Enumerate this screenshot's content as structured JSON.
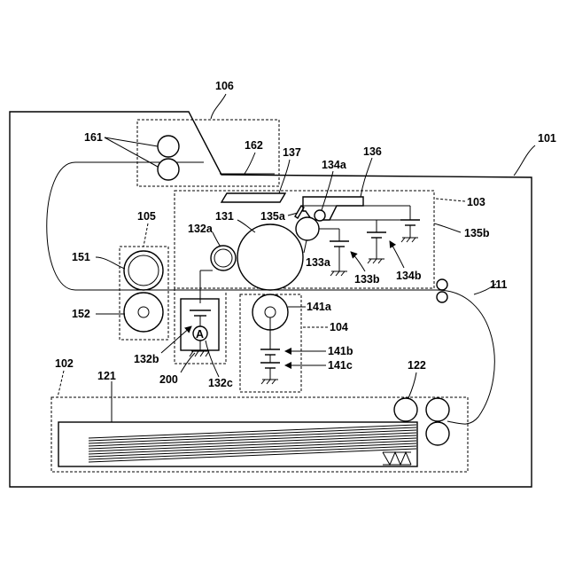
{
  "labels": {
    "l101": "101",
    "l102": "102",
    "l103": "103",
    "l104": "104",
    "l105": "105",
    "l106": "106",
    "l111": "111",
    "l121": "121",
    "l122": "122",
    "l131": "131",
    "l132a": "132a",
    "l132b": "132b",
    "l132c": "132c",
    "l133a": "133a",
    "l133b": "133b",
    "l134a": "134a",
    "l134b": "134b",
    "l135a": "135a",
    "l135b": "135b",
    "l136": "136",
    "l137": "137",
    "l141a": "141a",
    "l141b": "141b",
    "l141c": "141c",
    "l151": "151",
    "l152": "152",
    "l161": "161",
    "l162": "162",
    "l200": "200",
    "ammeter": "A"
  }
}
